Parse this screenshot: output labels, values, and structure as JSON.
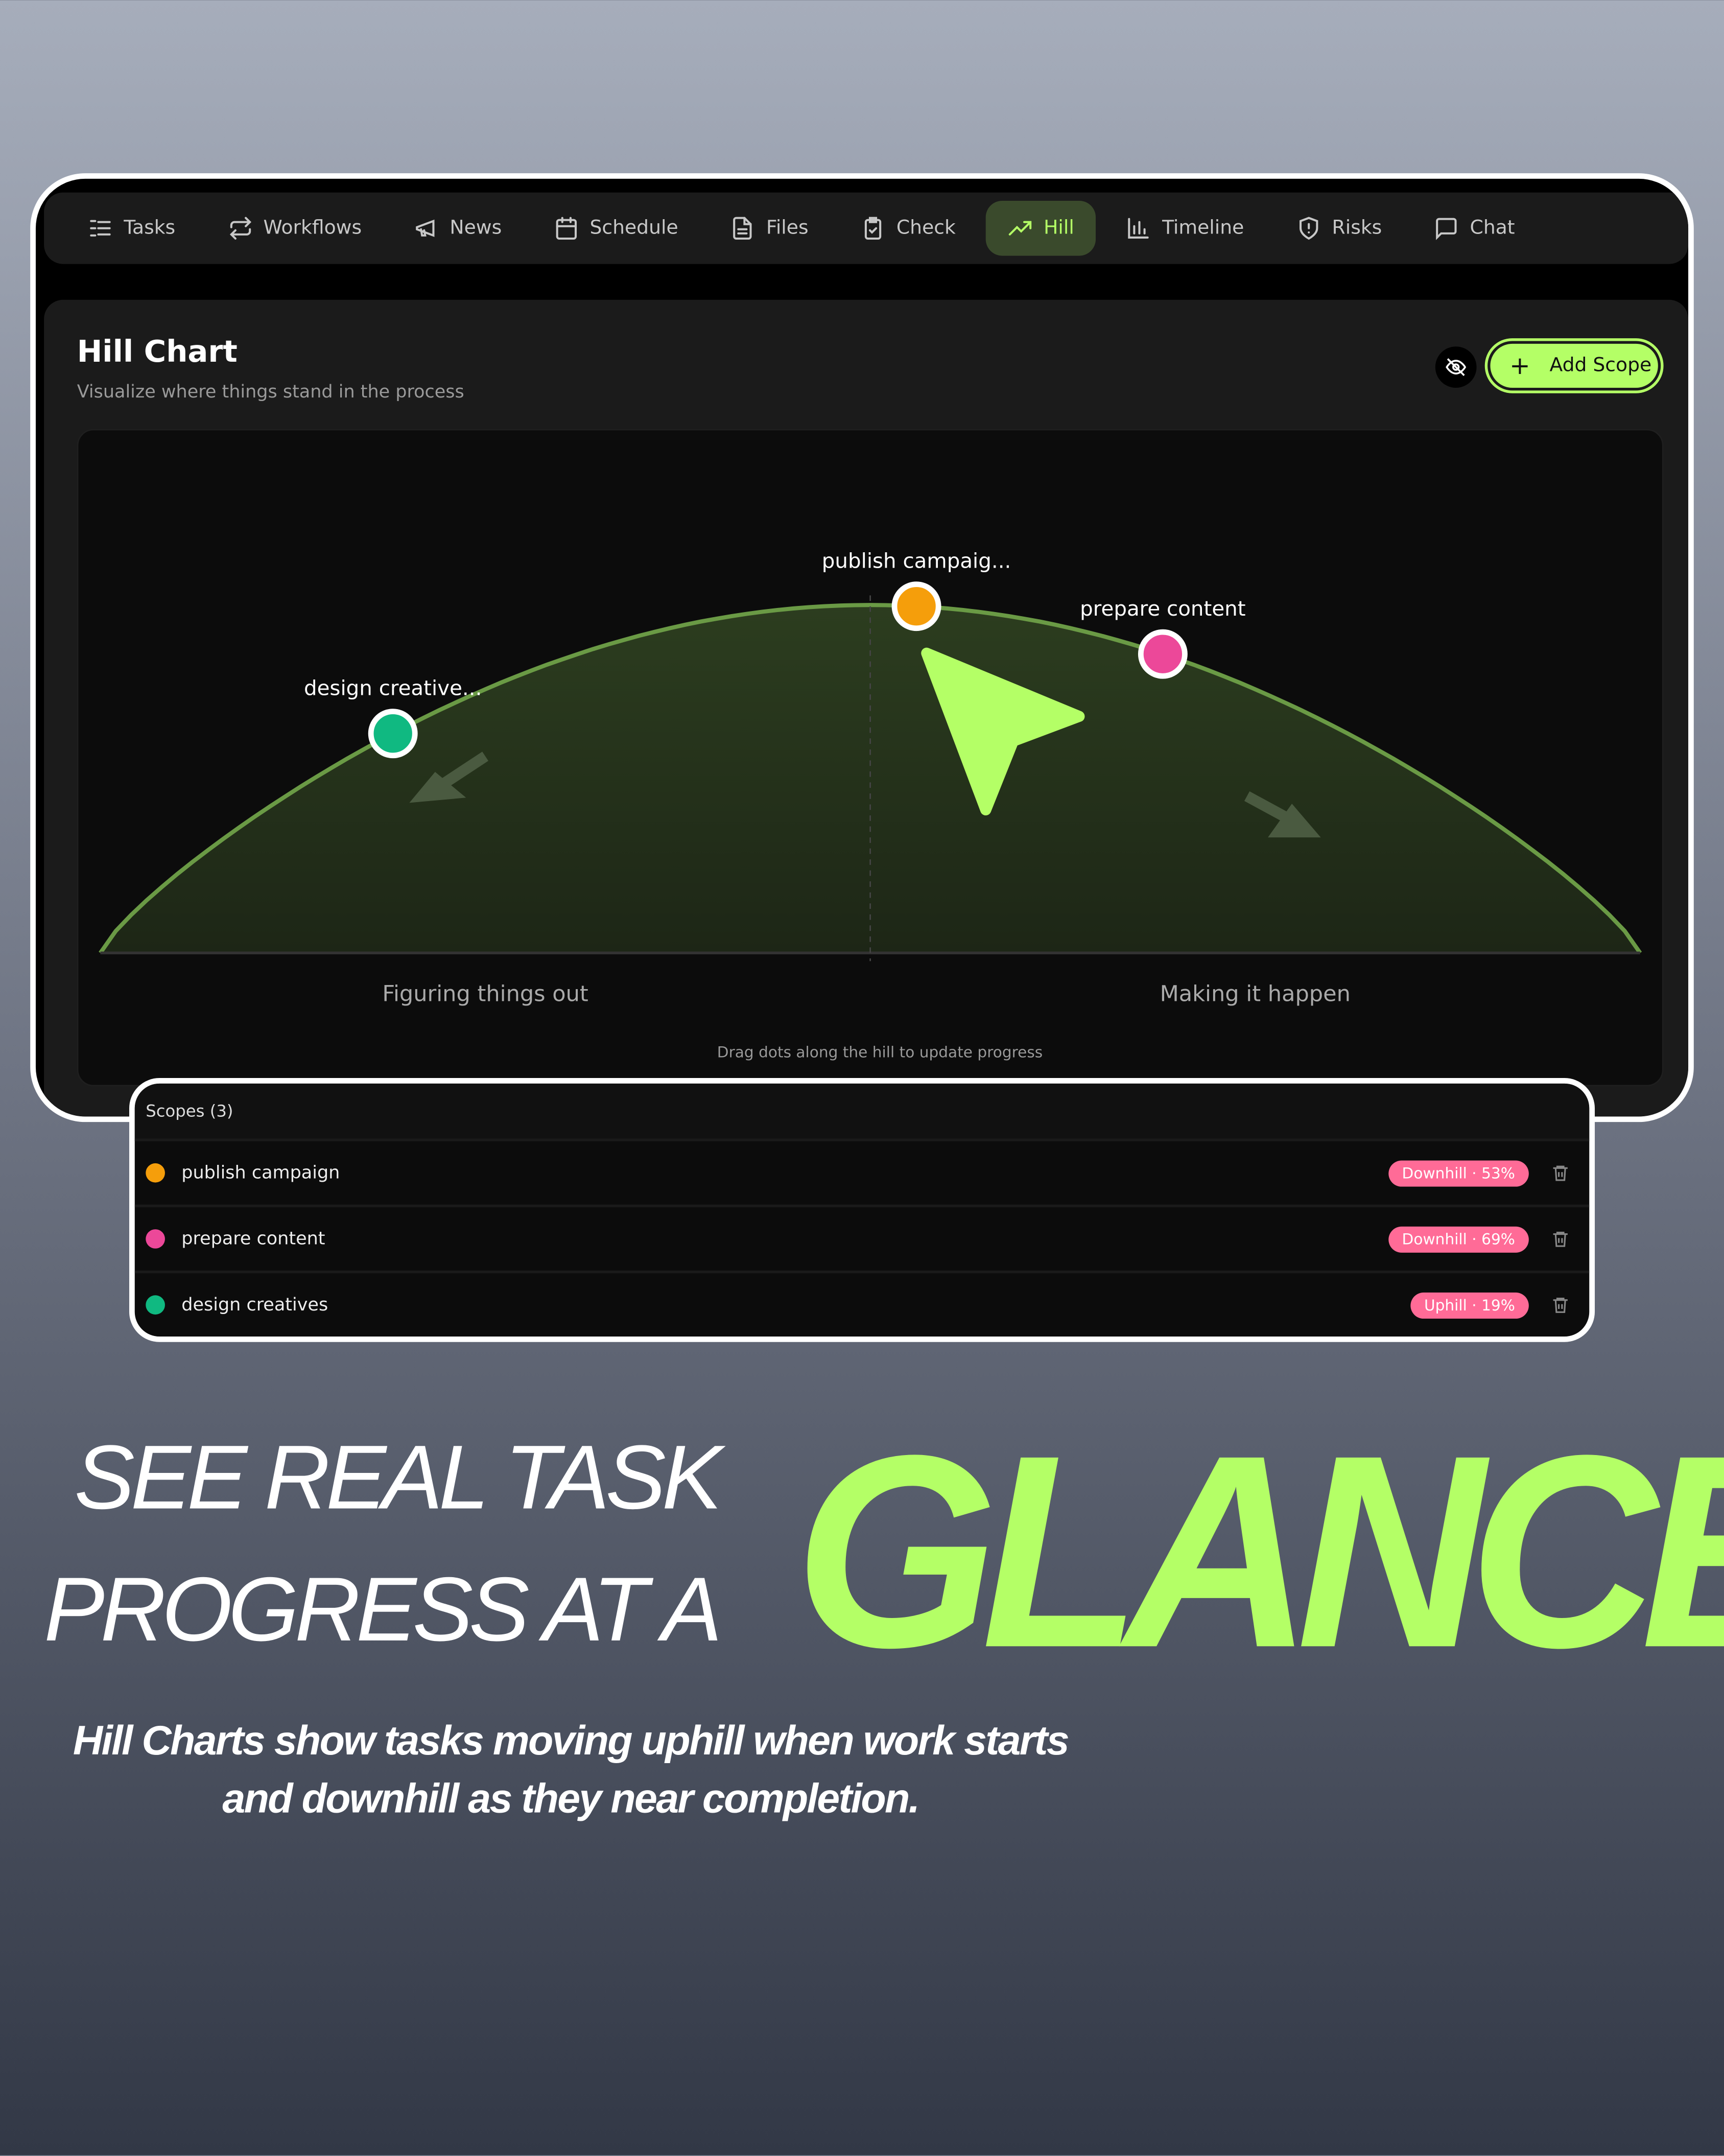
{
  "nav": {
    "tabs": [
      {
        "label": "Tasks",
        "icon": "list-check-icon"
      },
      {
        "label": "Workflows",
        "icon": "repeat-icon"
      },
      {
        "label": "News",
        "icon": "megaphone-icon"
      },
      {
        "label": "Schedule",
        "icon": "calendar-icon"
      },
      {
        "label": "Files",
        "icon": "file-text-icon"
      },
      {
        "label": "Check",
        "icon": "clipboard-check-icon"
      },
      {
        "label": "Hill",
        "icon": "trending-up-icon",
        "active": true
      },
      {
        "label": "Timeline",
        "icon": "bar-chart-icon"
      },
      {
        "label": "Risks",
        "icon": "shield-alert-icon"
      },
      {
        "label": "Chat",
        "icon": "message-square-icon"
      }
    ]
  },
  "header": {
    "title": "Hill Chart",
    "subtitle": "Visualize where things stand in the process",
    "add_label": "Add Scope",
    "hide_icon": "eye-off-icon"
  },
  "colors": {
    "accent": "#b4ff66",
    "badge": "#ff6b97"
  },
  "chart_data": {
    "type": "hill",
    "x_labels": [
      "Figuring things out",
      "Making it happen"
    ],
    "hint": "Drag dots along the hill to update progress",
    "xlim": [
      0,
      100
    ],
    "points": [
      {
        "label": "design creative...",
        "progress": 19,
        "color": "#10b981"
      },
      {
        "label": "publish campaig...",
        "progress": 53,
        "color": "#f59e0b"
      },
      {
        "label": "prepare content",
        "progress": 69,
        "color": "#ec4899"
      }
    ]
  },
  "scopes": {
    "title": "Scopes (3)",
    "items": [
      {
        "name": "publish campaign",
        "status": "Downhill · 53%",
        "color": "#f59e0b"
      },
      {
        "name": "prepare content",
        "status": "Downhill · 69%",
        "color": "#ec4899"
      },
      {
        "name": "design creatives",
        "status": "Uphill · 19%",
        "color": "#10b981"
      }
    ]
  },
  "headline": {
    "line1": "SEE REAL TASK",
    "line2": "PROGRESS AT A",
    "highlight": "GLANCE"
  },
  "description": {
    "line1": "Hill Charts show tasks moving uphill when work starts",
    "line2": "and downhill as they near completion."
  }
}
